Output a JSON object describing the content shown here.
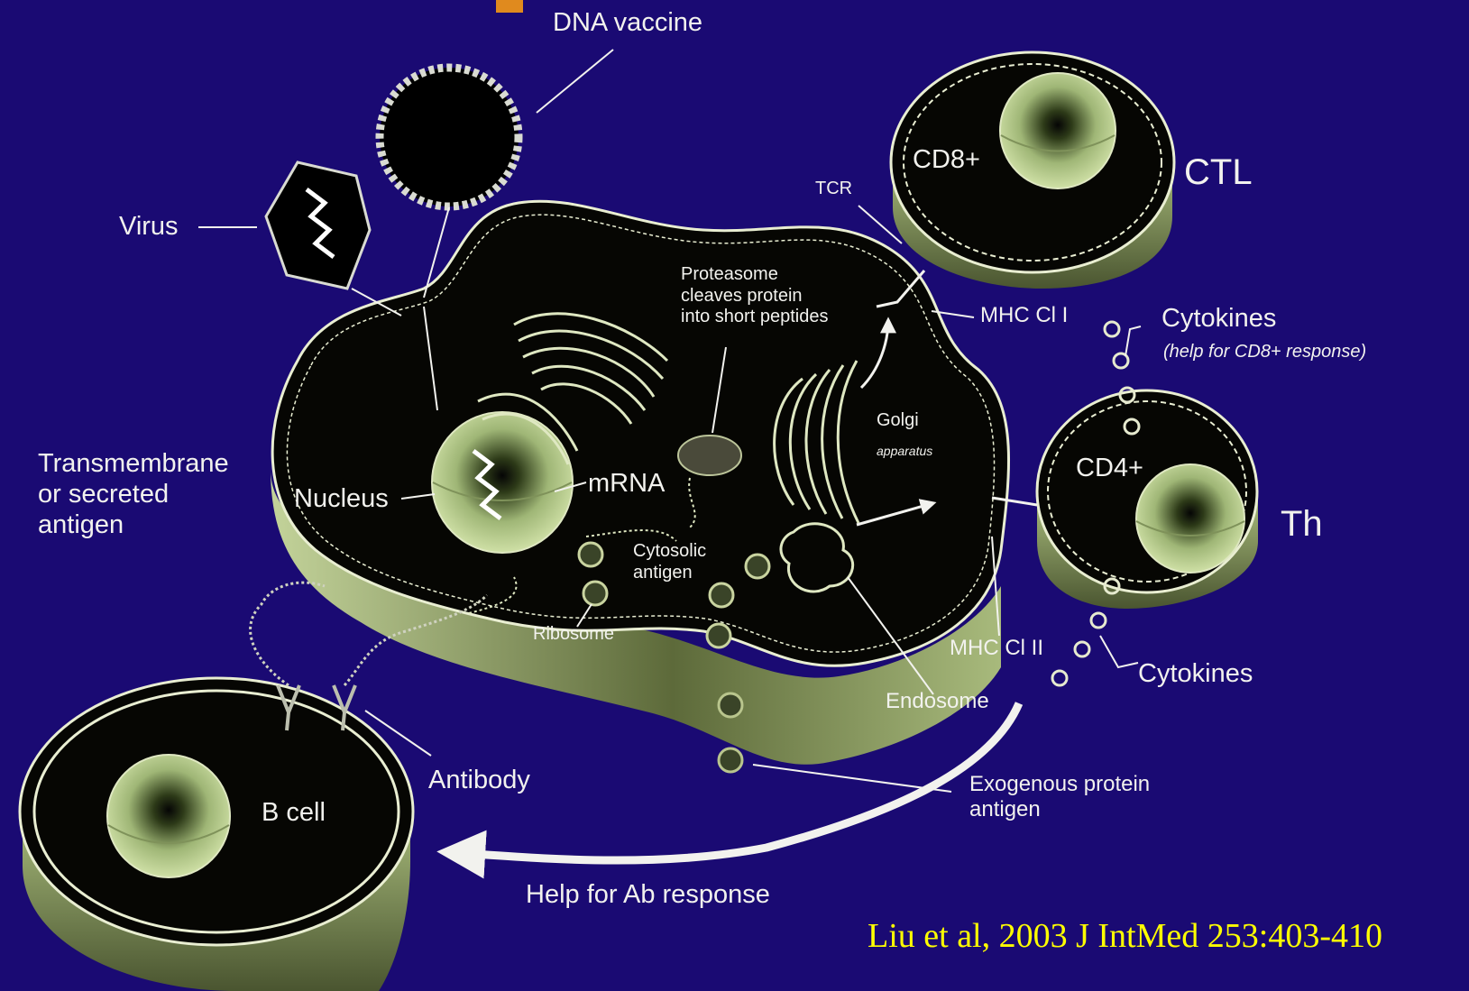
{
  "labels": {
    "dna_vaccine": "DNA vaccine",
    "virus": "Virus",
    "tcr": "TCR",
    "cd8": "CD8+",
    "ctl": "CTL",
    "proteasome": "Proteasome\ncleaves protein\ninto short peptides",
    "mhc_c1": "MHC Cl I",
    "cytokines_top": "Cytokines",
    "cytokines_top_note": "(help for CD8+ response)",
    "golgi": "Golgi",
    "golgi_sub": "apparatus",
    "cd4": "CD4+",
    "th": "Th",
    "transmembrane": "Transmembrane\nor secreted\nantigen",
    "nucleus": "Nucleus",
    "mrna": "mRNA",
    "cytosolic": "Cytosolic\nantigen",
    "ribosome": "Ribosome",
    "mhc_c2": "MHC Cl II",
    "cytokines_bottom": "Cytokines",
    "endosome": "Endosome",
    "antibody": "Antibody",
    "b_cell": "B cell",
    "exogenous": "Exogenous protein\nantigen",
    "help_ab": "Help for Ab response"
  },
  "citation": "Liu et al, 2003 J IntMed 253:403-410",
  "colors": {
    "background": "#1a0a73",
    "cell_body": "#060603",
    "membrane": "#e9eed2",
    "cell_side": "#8e9e63",
    "nucleus": "#b9d08f",
    "citation": "#ffff00"
  }
}
